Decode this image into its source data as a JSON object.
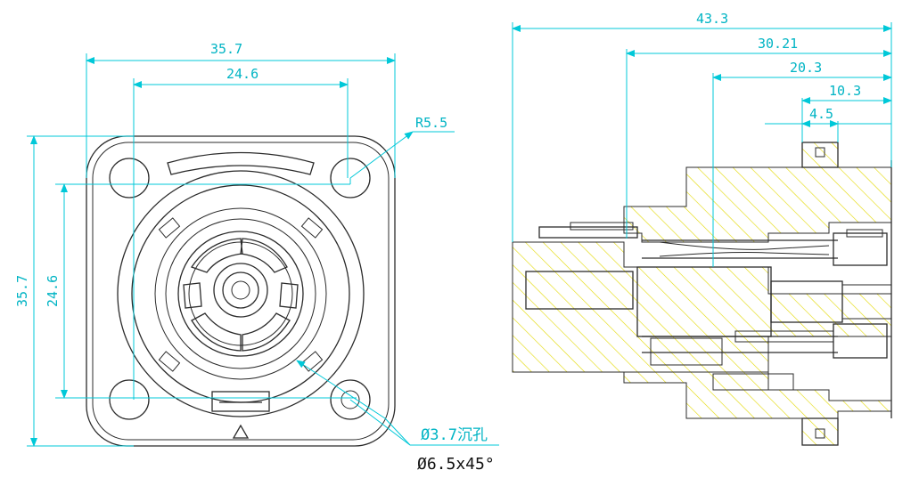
{
  "front_view": {
    "dim_width_outer": "35.7",
    "dim_width_inner": "24.6",
    "dim_height_outer": "35.7",
    "dim_height_inner": "24.6",
    "dim_radius": "R5.5",
    "note_hole": "Ø3.7沉孔",
    "note_chamfer": "Ø6.5x45°"
  },
  "section_view": {
    "dim_overall": "43.3",
    "dim_a": "30.21",
    "dim_b": "20.3",
    "dim_c": "10.3",
    "dim_d": "4.5"
  },
  "colors": {
    "outline": "#2b2b2b",
    "dimension": "#00c8d8",
    "hatch": "#e8e000"
  }
}
